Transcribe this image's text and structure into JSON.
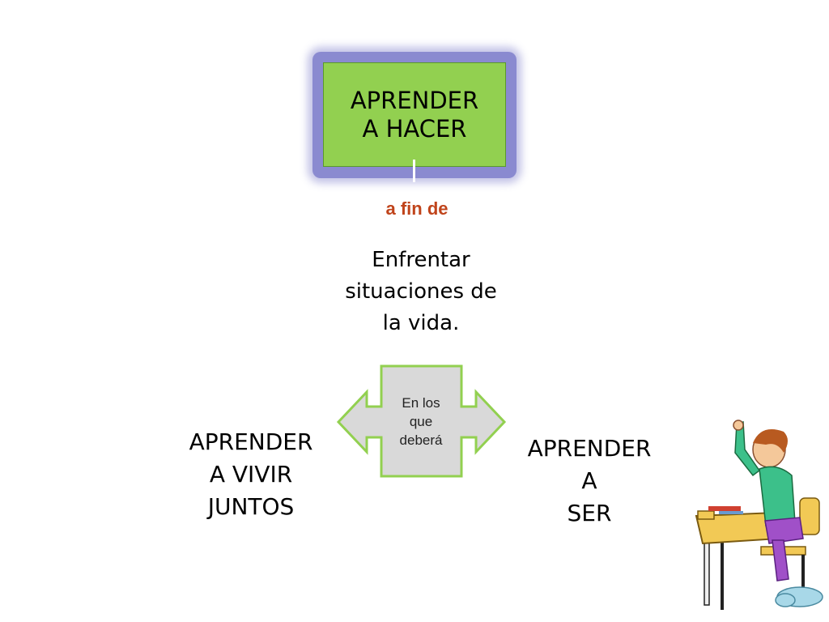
{
  "top_box": {
    "text": "APRENDER\nA HACER",
    "fill": "#92d050",
    "glow": "#8a8ad0"
  },
  "connector_label": {
    "text": "a fin de",
    "color": "#c0441b"
  },
  "goal": {
    "text": "Enfrentar\nsituaciones de\nla vida."
  },
  "center_arrow": {
    "text": "En los\nque\ndeberá",
    "fill": "#d9d9d9",
    "stroke": "#92d050"
  },
  "left_label": {
    "text": "APRENDER\nA VIVIR\nJUNTOS"
  },
  "right_label": {
    "text": "APRENDER\nA\nSER"
  },
  "illustration": {
    "icon": "student-raising-hand-icon"
  }
}
